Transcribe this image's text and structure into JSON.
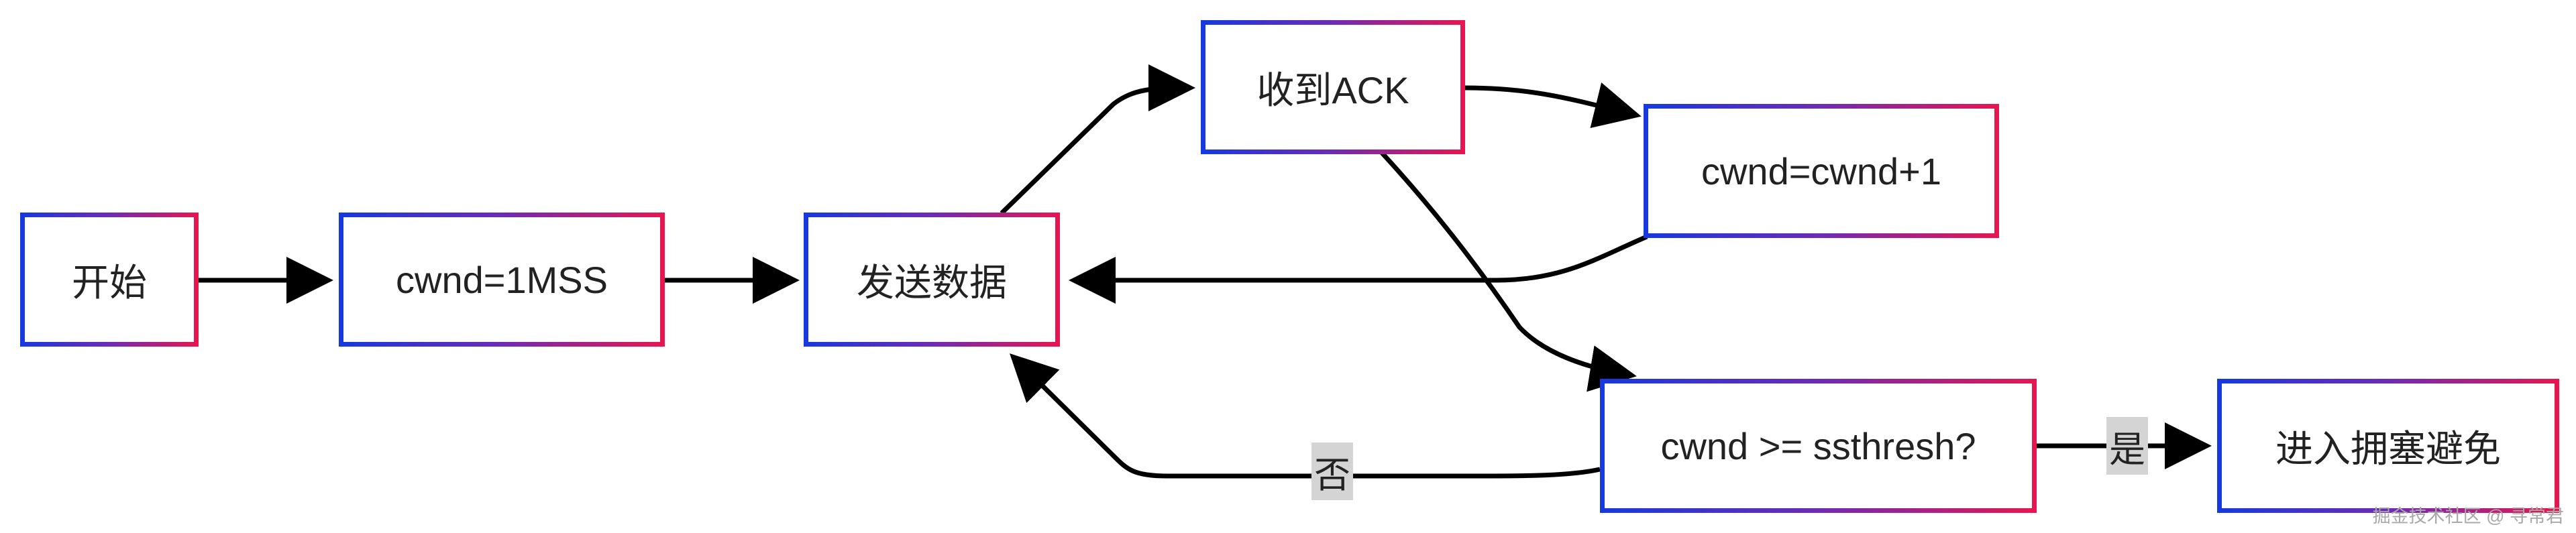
{
  "nodes": {
    "start": "开始",
    "init": "cwnd=1MSS",
    "send": "发送数据",
    "ack": "收到ACK",
    "inc": "cwnd=cwnd+1",
    "check": "cwnd >= ssthresh?",
    "avoid": "进入拥塞避免"
  },
  "edge_labels": {
    "no": "否",
    "yes": "是"
  },
  "watermark": "掘金技术社区 @ 寻常君",
  "colors": {
    "border_start": "#1539e0",
    "border_end": "#e8164f",
    "edge": "#000000",
    "edge_label_bg": "#d4d4d4"
  }
}
